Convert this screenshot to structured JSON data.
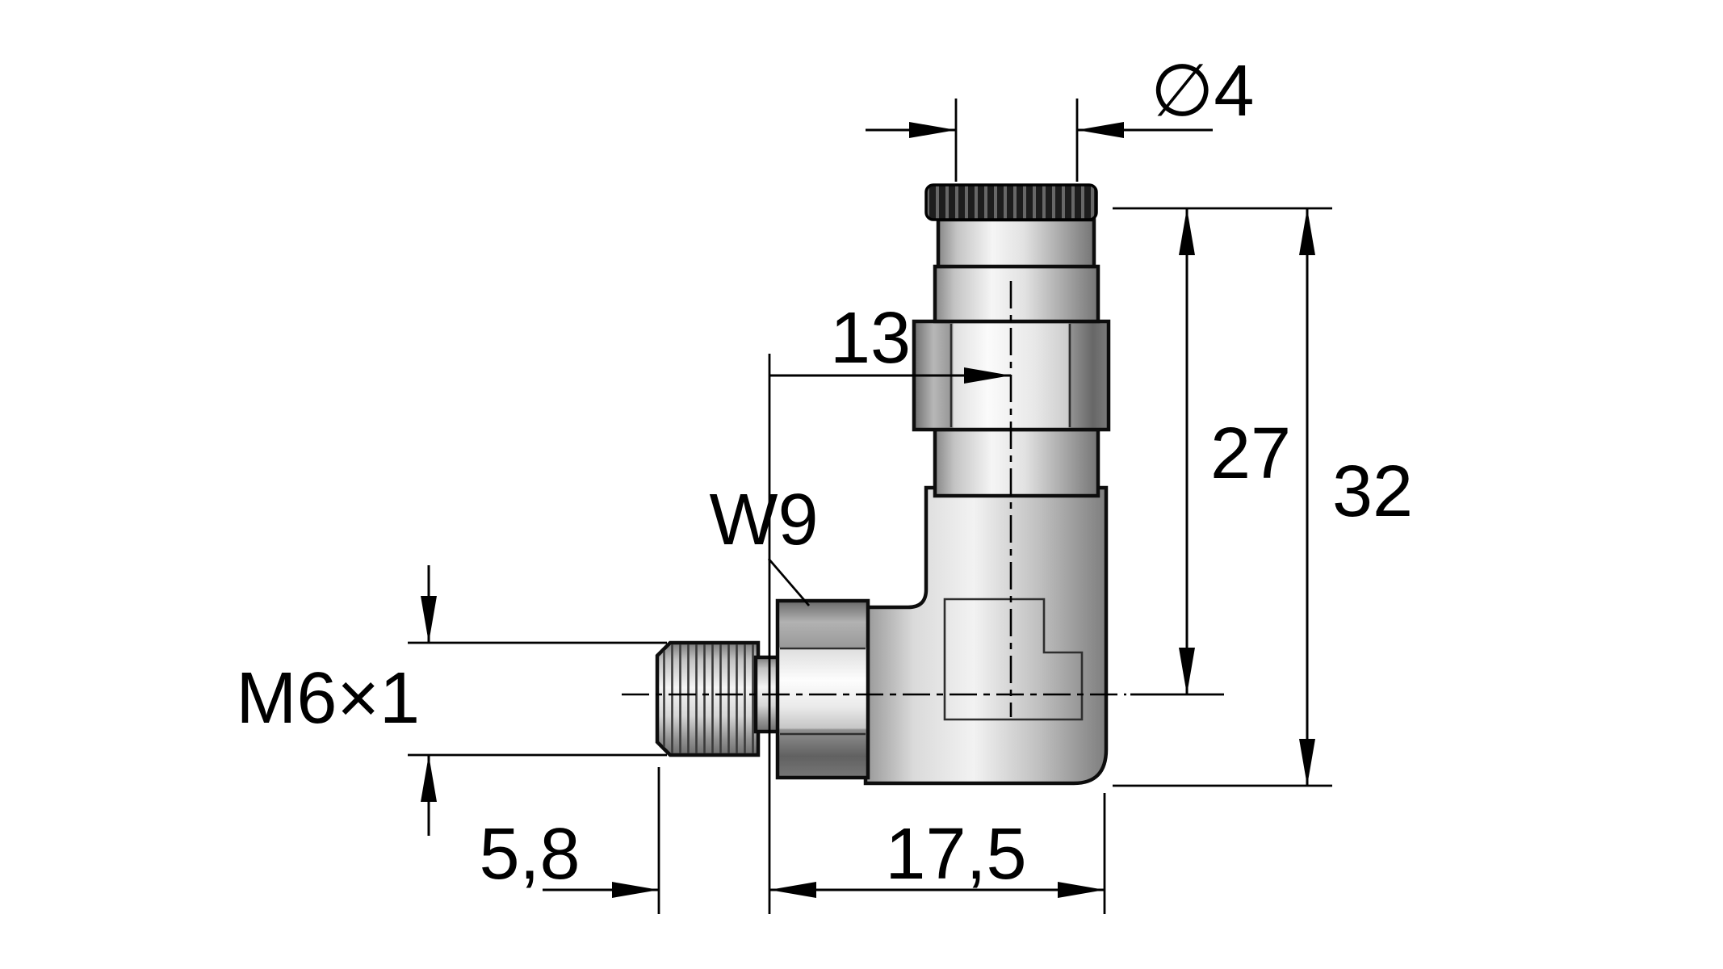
{
  "drawing": {
    "background": "#ffffff",
    "ink": "#000000",
    "part": "elbow push-in fitting, side view",
    "dims": {
      "diameter": "∅4",
      "axis_offset": "13",
      "height_inner": "27",
      "height_overall": "32",
      "wrench": "W9",
      "thread": "M6×1",
      "thread_length": "5,8",
      "depth": "17,5"
    }
  }
}
